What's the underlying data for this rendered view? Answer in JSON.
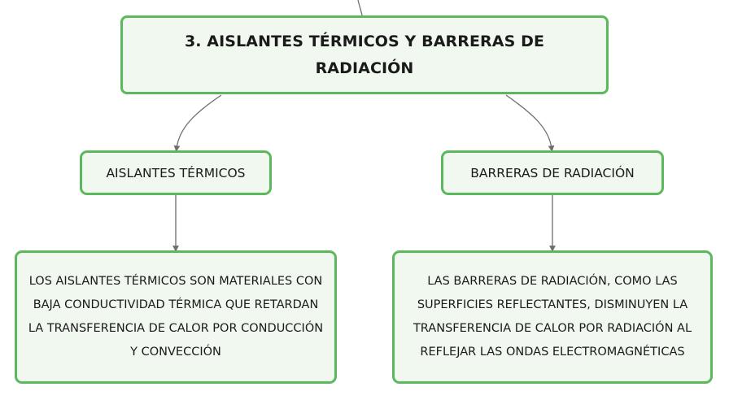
{
  "colors": {
    "node_border": "#5cb85c",
    "node_fill": "#f1f8ef",
    "connector": "#6e6e6e",
    "text": "#1a1a1a",
    "background": "#ffffff"
  },
  "nodes": {
    "main": {
      "label": "3. AISLANTES TÉRMICOS Y BARRERAS DE RADIACIÓN"
    },
    "aislantes": {
      "label": "AISLANTES TÉRMICOS"
    },
    "barreras": {
      "label": "BARRERAS DE RADIACIÓN"
    },
    "aislantes_desc": {
      "label": "LOS AISLANTES TÉRMICOS SON MATERIALES CON BAJA CONDUCTIVIDAD TÉRMICA QUE RETARDAN LA TRANSFERENCIA DE CALOR POR CONDUCCIÓN Y CONVECCIÓN"
    },
    "barreras_desc": {
      "label": "LAS BARRERAS DE RADIACIÓN, COMO LAS SUPERFICIES REFLECTANTES, DISMINUYEN LA TRANSFERENCIA DE CALOR POR RADIACIÓN AL REFLEJAR LAS ONDAS ELECTROMAGNÉTICAS"
    }
  }
}
